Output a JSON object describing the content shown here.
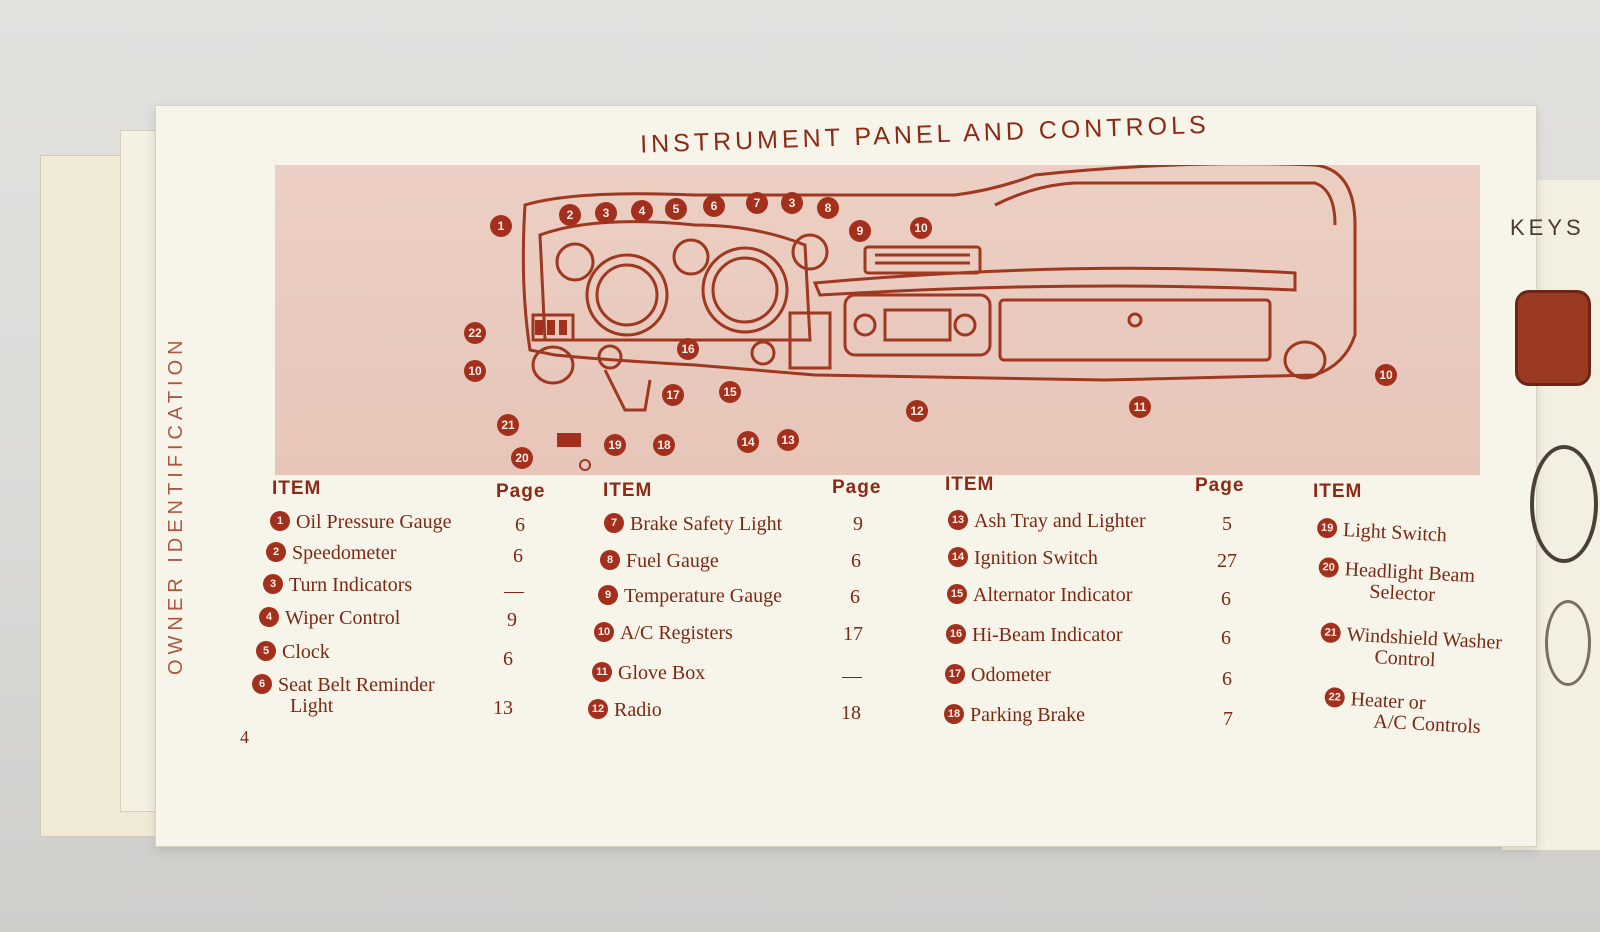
{
  "spine_text": "OWNER IDENTIFICATION",
  "page_title": "INSTRUMENT PANEL AND CONTROLS",
  "right_page_title": "KEYS",
  "page_number": "4",
  "headers": {
    "item": "ITEM",
    "page": "Page"
  },
  "callouts": [
    "1",
    "2",
    "3",
    "4",
    "5",
    "6",
    "7",
    "3",
    "8",
    "9",
    "10",
    "22",
    "10",
    "16",
    "17",
    "15",
    "21",
    "19",
    "18",
    "14",
    "13",
    "12",
    "11",
    "10",
    "20"
  ],
  "columns": [
    {
      "items": [
        {
          "num": "1",
          "label": "Oil Pressure Gauge",
          "page": "6"
        },
        {
          "num": "2",
          "label": "Speedometer",
          "page": "6"
        },
        {
          "num": "3",
          "label": "Turn Indicators",
          "page": "—"
        },
        {
          "num": "4",
          "label": "Wiper Control",
          "page": "9"
        },
        {
          "num": "5",
          "label": "Clock",
          "page": "6"
        },
        {
          "num": "6",
          "label": "Seat Belt Reminder",
          "label2": "Light",
          "page": "13"
        }
      ]
    },
    {
      "items": [
        {
          "num": "7",
          "label": "Brake Safety Light",
          "page": "9"
        },
        {
          "num": "8",
          "label": "Fuel Gauge",
          "page": "6"
        },
        {
          "num": "9",
          "label": "Temperature Gauge",
          "page": "6"
        },
        {
          "num": "10",
          "label": "A/C Registers",
          "page": "17"
        },
        {
          "num": "11",
          "label": "Glove Box",
          "page": "—"
        },
        {
          "num": "12",
          "label": "Radio",
          "page": "18"
        }
      ]
    },
    {
      "items": [
        {
          "num": "13",
          "label": "Ash Tray and Lighter",
          "page": "5"
        },
        {
          "num": "14",
          "label": "Ignition Switch",
          "page": "27"
        },
        {
          "num": "15",
          "label": "Alternator Indicator",
          "page": "6"
        },
        {
          "num": "16",
          "label": "Hi-Beam Indicator",
          "page": "6"
        },
        {
          "num": "17",
          "label": "Odometer",
          "page": "6"
        },
        {
          "num": "18",
          "label": "Parking Brake",
          "page": "7"
        }
      ]
    },
    {
      "items": [
        {
          "num": "19",
          "label": "Light Switch"
        },
        {
          "num": "20",
          "label": "Headlight Beam",
          "label2": "Selector"
        },
        {
          "num": "21",
          "label": "Windshield Washer",
          "label2": "Control"
        },
        {
          "num": "22",
          "label": "Heater or",
          "label2": "A/C Controls"
        }
      ]
    }
  ],
  "colors": {
    "ink": "#8c2a16",
    "badge": "#a3301c",
    "illustration_bg": "#eccfc4",
    "paper": "#f7f4ea"
  }
}
